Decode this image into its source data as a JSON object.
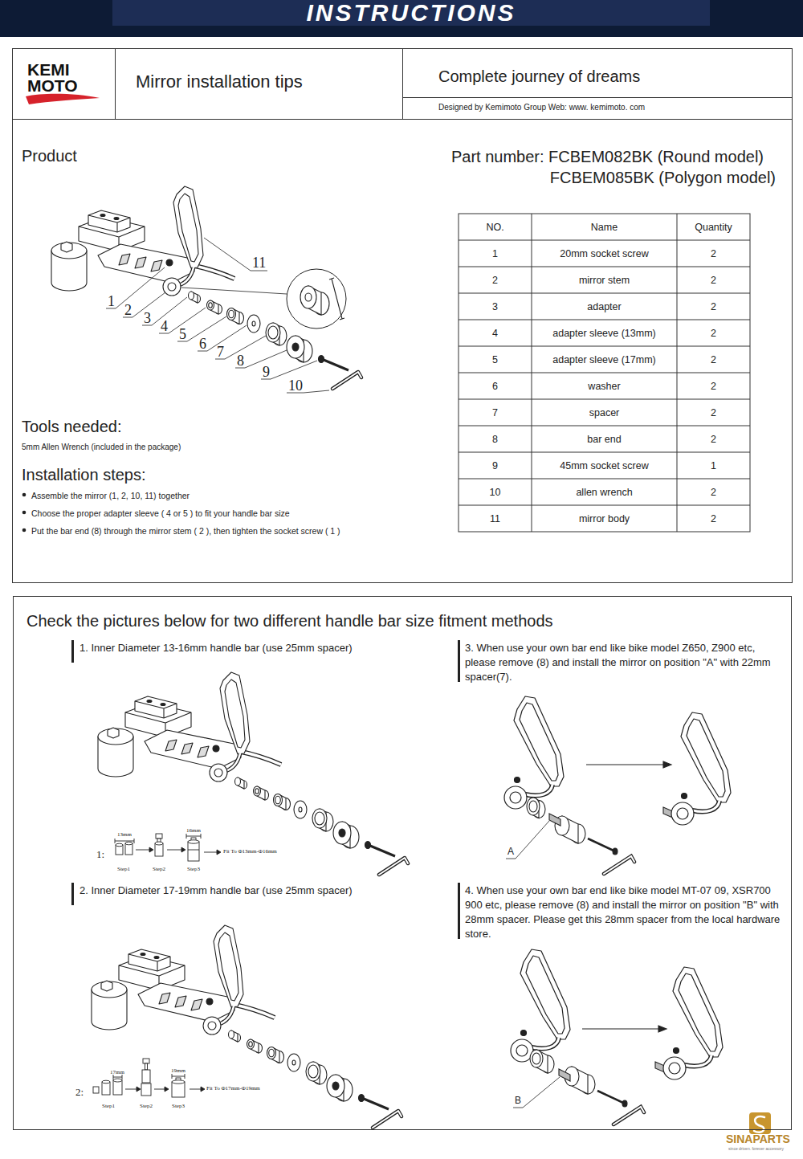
{
  "diagram": {
    "title": "INSTRUCTIONS",
    "nodes": [
      {
        "text": [
          "Product",
          "Part number: FCBEM082BK (Round model)",
          "FCBEM085BK (Polygon model)",
          "Tools needed:",
          "5mm Allen Wrench (included in the package)",
          "Installation steps:",
          "Assemble the mirror (1, 2, 10, 11) together",
          "Choose the proper adapter sleeve ( 4 or 5 ) to fit your handle bar size",
          "Put the bar end (8) through the mirror stem ( 2 ), then tighten the socket screw ( 1 )"
        ]
      },
      {
        "text": [
          "KEMI MOTO"
        ],
        "in": 0
      },
      {
        "text": [
          "Mirror installation tips"
        ],
        "in": 0
      },
      {
        "text": [
          "Complete journey of dreams"
        ],
        "in": 0
      },
      {
        "text": [
          "Designed by Kemimoto Group Web: www. kemimoto. com"
        ],
        "in": 0
      },
      {
        "text": [
          "Check the pictures below for two different handle bar size fitment methods",
          "1. Inner Diameter 13-16mm handle bar (use 25mm spacer)",
          "2. Inner Diameter 17-19mm handle bar (use 25mm spacer)",
          "3. When use your own bar end like bike model Z650, Z900 etc, please remove (8) and install the mirror on position \"A\" with 22mm spacer(7).",
          "4. When use your own bar end like bike model MT-07 09, XSR700 900 etc, please remove (8) and install the mirror on position \"B\" with 28mm spacer. Please get this 28mm spacer from the local hardware store."
        ]
      }
    ],
    "labels": [
      "11",
      "1",
      "2",
      "3",
      "4",
      "5",
      "6",
      "7",
      "8",
      "9",
      "10",
      "NO.",
      "Name",
      "Quantity",
      "1",
      "20mm socket screw",
      "2",
      "2",
      "mirror stem",
      "2",
      "3",
      "adapter",
      "2",
      "4",
      "adapter sleeve (13mm)",
      "2",
      "5",
      "adapter sleeve (17mm)",
      "2",
      "6",
      "washer",
      "2",
      "7",
      "spacer",
      "2",
      "8",
      "bar end",
      "2",
      "9",
      "45mm socket screw",
      "1",
      "10",
      "allen wrench",
      "2",
      "11",
      "mirror body",
      "2",
      "13mm",
      "16mm",
      "1:",
      "Fit To Φ13mm-Φ16mm",
      "Step1",
      "Step2",
      "Step3",
      "A",
      "17mm",
      "19mm",
      "2:",
      "Fit To Φ17mm-Φ19mm",
      "Step1",
      "Step2",
      "Step3",
      "B",
      "SINAPARTS",
      "since driven. forever accessory"
    ]
  }
}
